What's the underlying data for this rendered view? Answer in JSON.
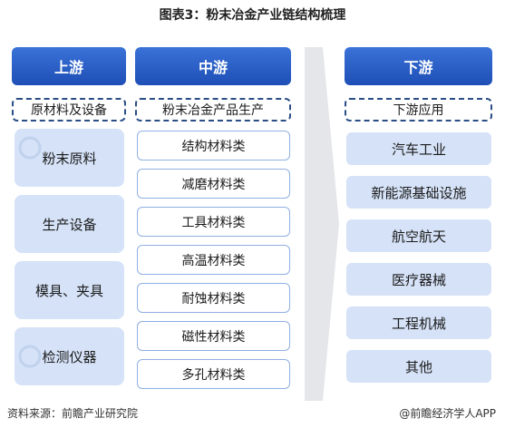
{
  "title": "图表3：粉末冶金产业链结构梳理",
  "upstream": {
    "header": "上游",
    "sub": "原材料及设备",
    "items": [
      "粉末原料",
      "生产设备",
      "模具、夹具",
      "检测仪器"
    ]
  },
  "midstream": {
    "header": "中游",
    "sub": "粉末冶金产品生产",
    "items": [
      "结构材料类",
      "减磨材料类",
      "工具材料类",
      "高温材料类",
      "耐蚀材料类",
      "磁性材料类",
      "多孔材料类"
    ]
  },
  "downstream": {
    "header": "下游",
    "sub": "下游应用",
    "items": [
      "汽车工业",
      "新能源基础设施",
      "航空航天",
      "医疗器械",
      "工程机械",
      "其他"
    ]
  },
  "footer": {
    "source": "资料来源：前瞻产业研究院",
    "brand": "@前瞻经济学人APP"
  },
  "colors": {
    "header_blue": "#2a5fc8",
    "light_box": "#d5e2f7",
    "border_blue": "#8fb0e2",
    "arrow_gray": "#e4e6ea"
  }
}
